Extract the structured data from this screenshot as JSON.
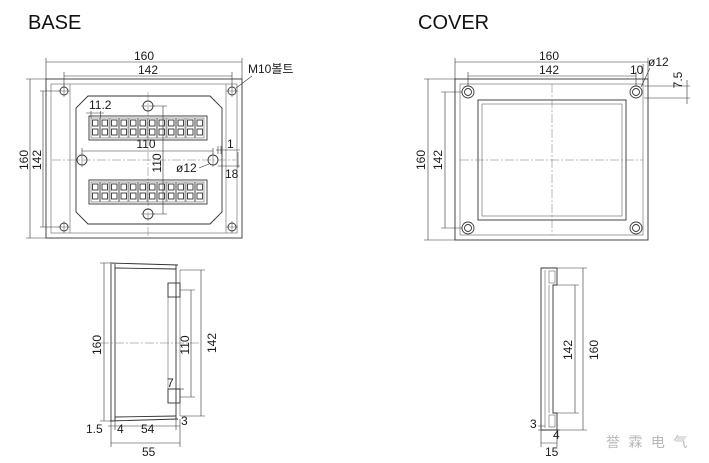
{
  "titles": {
    "base": "BASE",
    "cover": "COVER"
  },
  "base_top": {
    "outer_width": "160",
    "hole_span_width": "142",
    "bolt_label": "M10볼트",
    "terminal_pitch": "11.2",
    "center_hole_span_h": "110",
    "center_hole_span_v": "110",
    "offset_1": "1",
    "hole_diameter": "ø12",
    "offset_18": "18",
    "outer_height": "160",
    "hole_span_height": "142"
  },
  "cover_top": {
    "outer_width": "160",
    "hole_span_width": "142",
    "hole_offset_x": "10",
    "hole_diameter": "ø12",
    "hole_offset_y": "7.5",
    "outer_height": "160",
    "hole_span_height": "142"
  },
  "base_side": {
    "outer_height": "160",
    "boss_span": "110",
    "inner_height": "142",
    "boss_thickness": "7",
    "flange": "1.5",
    "wall": "4",
    "depth": "54",
    "lip": "3",
    "total_depth": "55"
  },
  "cover_side": {
    "inner_height": "142",
    "outer_height": "160",
    "lip": "3",
    "wall": "4",
    "depth": "15"
  },
  "watermark": "誉 霖 电 气",
  "colors": {
    "line": "#333333",
    "text": "#1a1a1a",
    "watermark": "#b8b8b8"
  }
}
